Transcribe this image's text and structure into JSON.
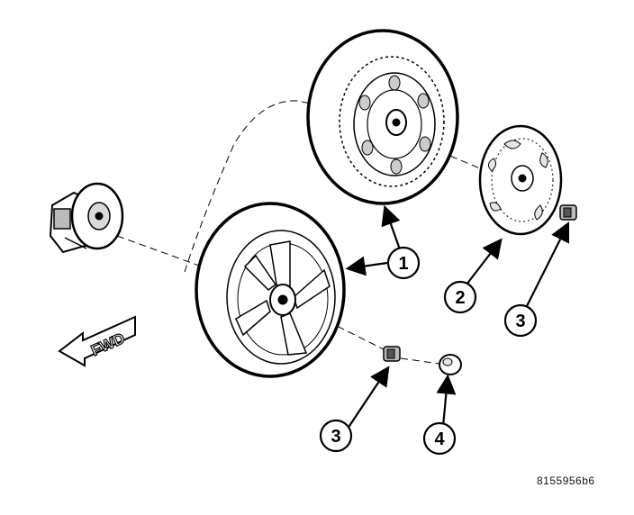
{
  "callouts": [
    {
      "label": "1"
    },
    {
      "label": "2"
    },
    {
      "label": "3"
    },
    {
      "label": "3"
    },
    {
      "label": "4"
    }
  ],
  "direction_label": "FWD",
  "figure_id": "8155956b6",
  "colors": {
    "ink": "#000000",
    "paper": "#ffffff",
    "shade": "#d9d9d9"
  }
}
